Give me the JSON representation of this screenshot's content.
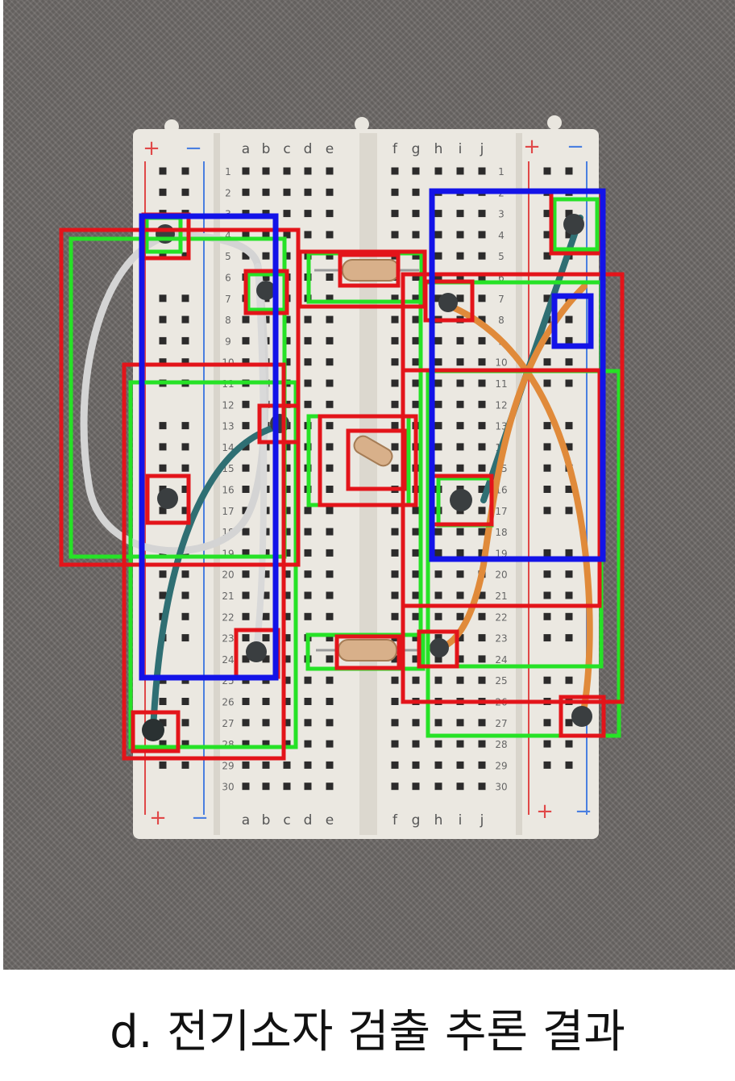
{
  "caption": "d. 전기소자 검출 추론 결과",
  "breadboard": {
    "column_labels_left": [
      "a",
      "b",
      "c",
      "d",
      "e"
    ],
    "column_labels_right": [
      "f",
      "g",
      "h",
      "i",
      "j"
    ],
    "row_count": 30,
    "rail_plus": "+",
    "rail_minus": "−"
  },
  "colors": {
    "background": "#6f6b69",
    "board": "#ebe8e1",
    "hole": "#2c2b2b",
    "box_red": "#e3141a",
    "box_green": "#26e226",
    "box_blue": "#1313e8",
    "wire_white": "#d4d4d4",
    "wire_teal": "#2f6f73",
    "wire_orange": "#e08a3a",
    "rail_red": "#e04848",
    "rail_blue": "#4a7fe0"
  }
}
